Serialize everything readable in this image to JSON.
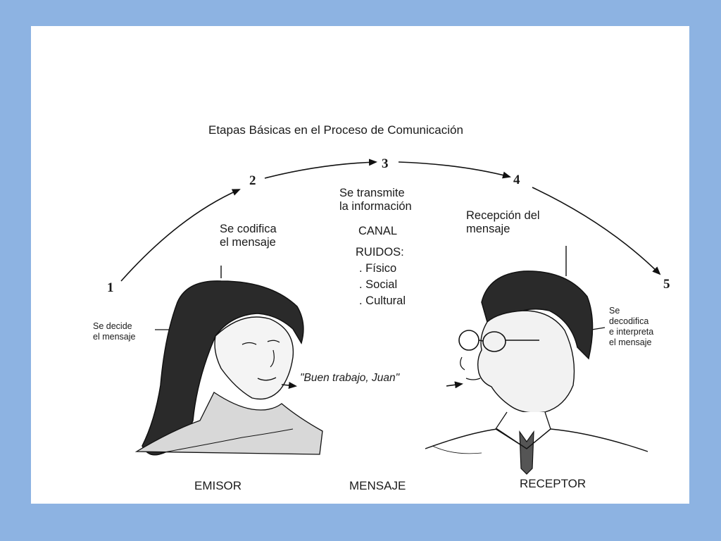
{
  "title": "Etapas Básicas en el Proceso de Comunicación",
  "steps": {
    "s1": "1",
    "s2": "2",
    "s3": "3",
    "s4": "4",
    "s5": "5"
  },
  "stage_labels": {
    "decide": "Se decide\nel mensaje",
    "codifica": "Se codifica\nel mensaje",
    "transmite": "Se transmite\nla información",
    "canal": "CANAL",
    "ruidos_title": "RUIDOS:",
    "ruidos": [
      ". Físico",
      ". Social",
      ". Cultural"
    ],
    "recepcion": "Recepción del\nmensaje",
    "decodifica": "Se\ndecodifica\ne interpreta\nel mensaje"
  },
  "quote": "\"Buen trabajo, Juan\"",
  "captions": {
    "emisor": "EMISOR",
    "mensaje": "MENSAJE",
    "receptor": "RECEPTOR"
  },
  "colors": {
    "background": "#8db3e2",
    "panel": "#ffffff",
    "ink": "#1a1a1a"
  },
  "figures": {
    "left": "woman-sketch",
    "right": "man-with-glasses-sketch"
  }
}
